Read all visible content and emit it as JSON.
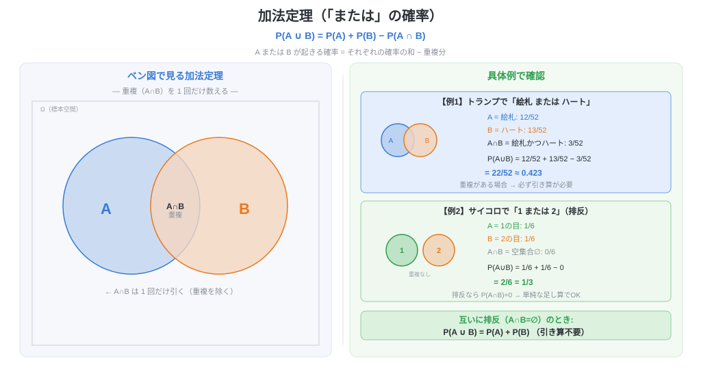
{
  "header": {
    "title": "加法定理（「または」の確率）",
    "formula": "P(A ∪ B) = P(A) + P(B) − P(A ∩ B)",
    "subtitle": "A または B が起きる確率 = それぞれの確率の和 − 重複分"
  },
  "left": {
    "title": "ベン図で見る加法定理",
    "subtitle": "— 重複（A∩B）を 1 回だけ数える —",
    "omega": "Ω（標本空間）",
    "a_label": "A",
    "b_label": "B",
    "intersection_label": "A∩B",
    "intersection_sub": "重複",
    "note": "← A∩B は 1 回だけ引く（重複を除く）"
  },
  "right": {
    "title": "具体例で確認",
    "ex1": {
      "title": "【例1】トランプで「絵札 または ハート」",
      "circle_a": "A",
      "circle_b": "B",
      "line_a": "A = 絵札: 12/52",
      "line_b": "B = ハート: 13/52",
      "line_ab": "A∩B = 絵札かつハート: 3/52",
      "calc": "P(A∪B) = 12/52 + 13/52 − 3/52",
      "result": "= 22/52 ≈ 0.423",
      "note": "重複がある場合 → 必ず引き算が必要"
    },
    "ex2": {
      "title": "【例2】サイコロで「1 または 2」（排反）",
      "circle_1": "1",
      "circle_2": "2",
      "no_overlap": "重複なし",
      "line_a": "A = 1の目: 1/6",
      "line_b": "B = 2の目: 1/6",
      "line_ab": "A∩B = 空集合∅: 0/6",
      "calc": "P(A∪B) = 1/6 + 1/6 − 0",
      "result": "= 2/6 = 1/3",
      "note": "排反なら P(A∩B)=0 → 単純な足し算でOK"
    },
    "summary": {
      "title": "互いに排反（A∩B=∅）のとき:",
      "formula": "P(A ∪ B) = P(A) + P(B) （引き算不要）"
    }
  },
  "colors": {
    "blue": "#3a7bd5",
    "orange": "#e8791e",
    "green": "#2f9e4f",
    "gray": "#8a8f99",
    "dark": "#2b2f36"
  }
}
